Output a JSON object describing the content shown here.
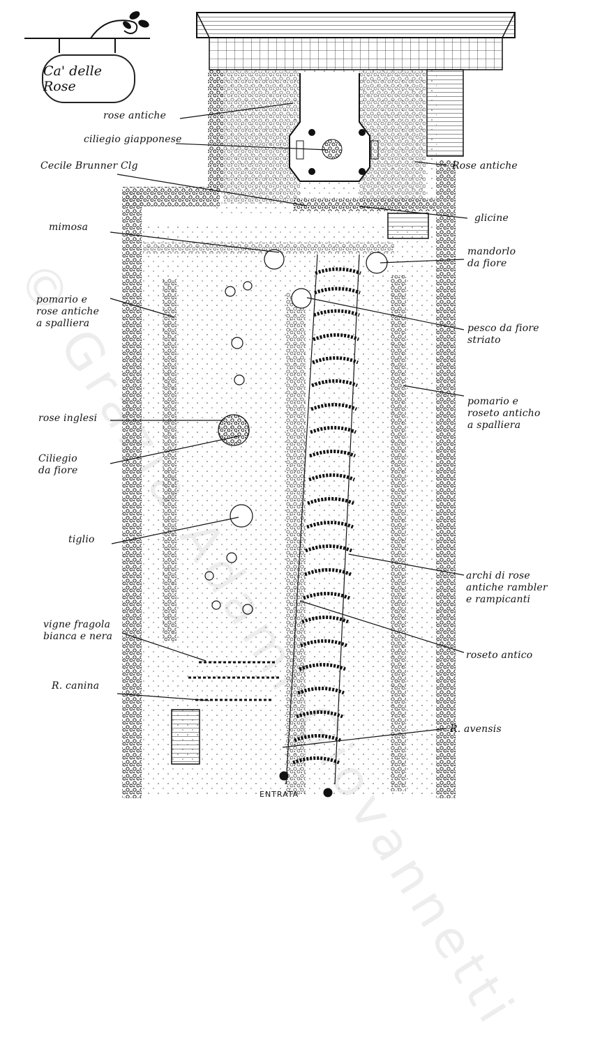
{
  "sign": {
    "name": "Ca' delle Rose"
  },
  "watermark": "© Grazia Adami Giovannetti",
  "entrance": "ENTRATA",
  "labels": [
    {
      "id": "rose-antiche-top",
      "text": "rose antiche"
    },
    {
      "id": "ciliegio-giapponese",
      "text": "ciliegio giapponese"
    },
    {
      "id": "cecile-brunner",
      "text": "Cecile Brunner Clg"
    },
    {
      "id": "rose-antiche-right",
      "text": "Rose antiche"
    },
    {
      "id": "glicine",
      "text": "glicine"
    },
    {
      "id": "mimosa",
      "text": "mimosa"
    },
    {
      "id": "mandorlo",
      "text": "mandorlo\nda fiore"
    },
    {
      "id": "pomario-left",
      "text": "pomario e\nrose antiche\na spalliera"
    },
    {
      "id": "pesco",
      "text": "pesco da fiore\nstriato"
    },
    {
      "id": "pomario-right",
      "text": "pomario e\nroseto anticho\na spalliera"
    },
    {
      "id": "rose-inglesi",
      "text": "rose inglesi"
    },
    {
      "id": "ciliegio-fiore",
      "text": "Ciliegio\nda fiore"
    },
    {
      "id": "tiglio",
      "text": "tiglio"
    },
    {
      "id": "archi",
      "text": "archi di rose\nantiche rambler\ne rampicanti"
    },
    {
      "id": "vigne",
      "text": "vigne fragola\nbianca e nera"
    },
    {
      "id": "roseto-antico",
      "text": "roseto antico"
    },
    {
      "id": "r-canina",
      "text": "R. canina"
    },
    {
      "id": "r-avensis",
      "text": "R. avensis"
    }
  ]
}
